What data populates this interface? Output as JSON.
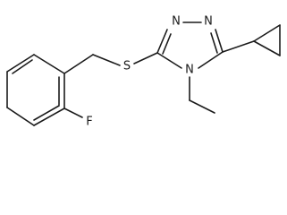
{
  "molecule": {
    "atoms": {
      "n_top_left": "N",
      "n_top_right": "N",
      "n_ring_lower": "N",
      "sulfur": "S",
      "fluorine": "F"
    },
    "colors": {
      "bond": "#1a1a1a",
      "background": "#ffffff"
    }
  }
}
